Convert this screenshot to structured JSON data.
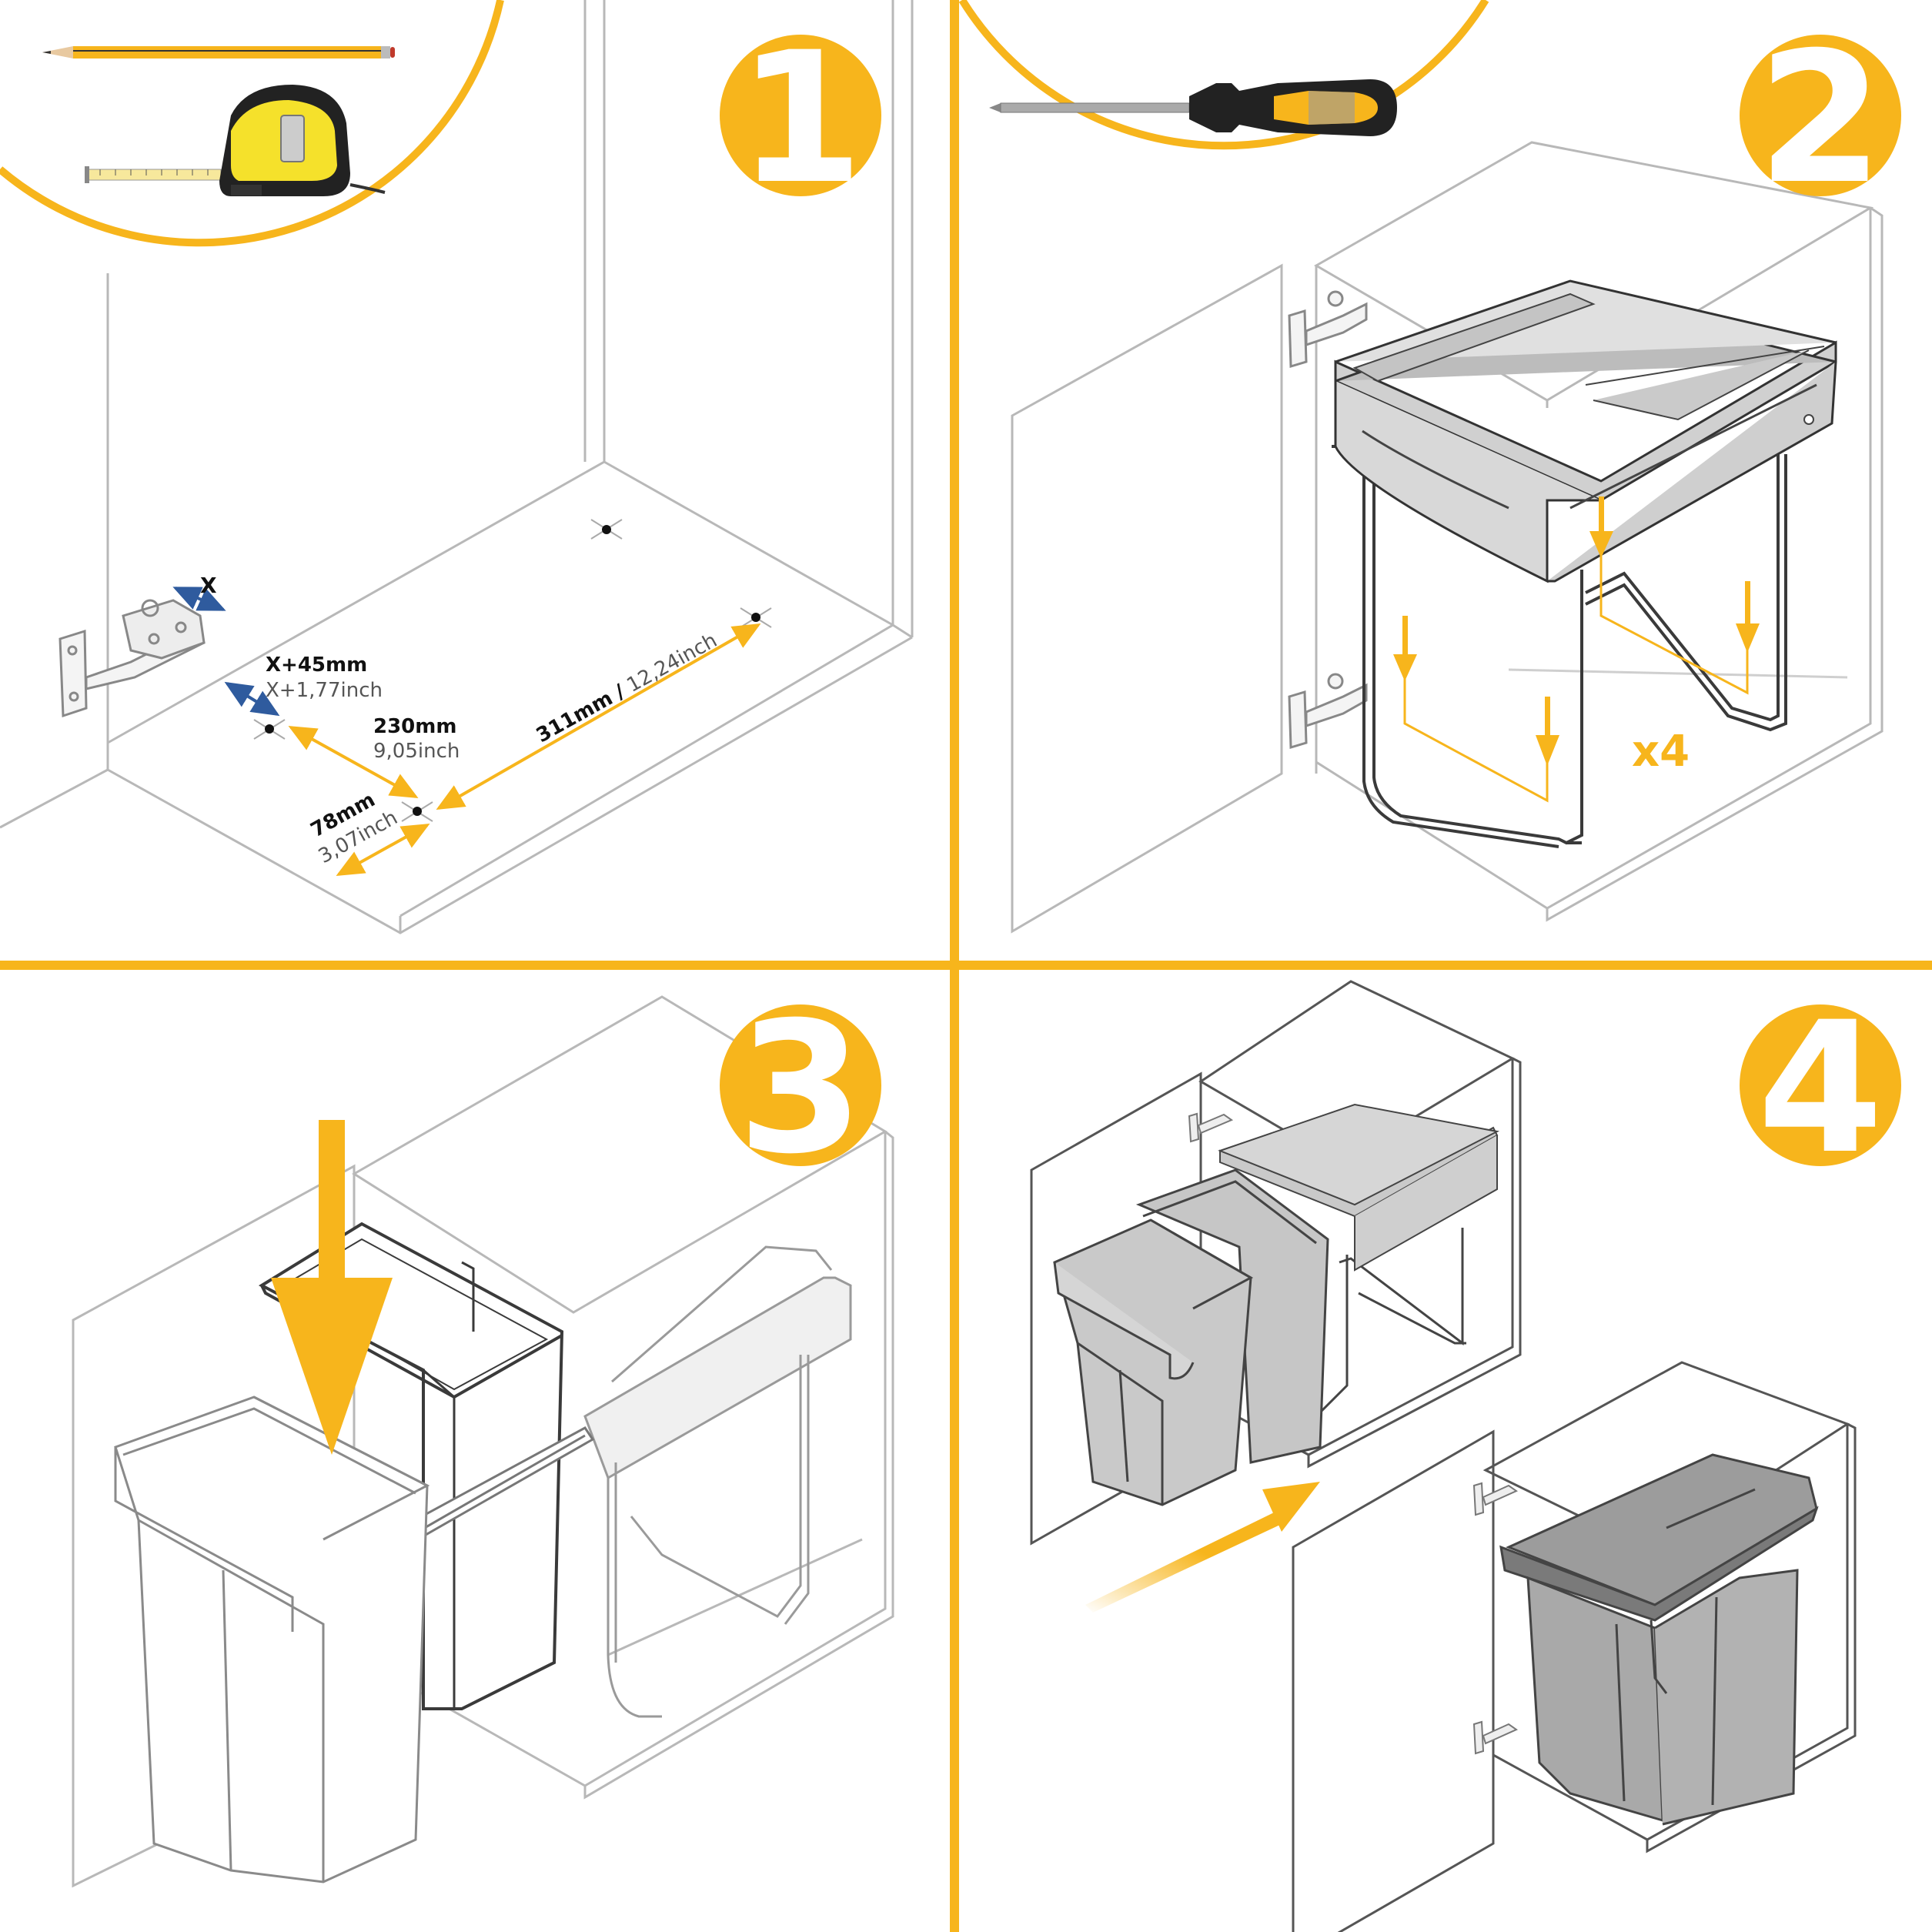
{
  "colors": {
    "accent": "#F7B51C",
    "line": "#4a4a4a",
    "light_line": "#b8b8b8",
    "blue": "#2f5b9e",
    "bin_gray": "#c9c9c9",
    "frame_dark": "#5a5a5a"
  },
  "steps": [
    {
      "number": "1",
      "tools": [
        "pencil-icon",
        "tape-measure-icon"
      ],
      "dimensions": {
        "offset_x": "X",
        "hinge_offset_mm": "X+45mm",
        "hinge_offset_in": "X+1,77inch",
        "depth_mm": "230mm",
        "depth_in": "9,05inch",
        "width_mm": "311mm",
        "width_sep": "/",
        "width_in": "12,24inch",
        "front_mm": "78mm",
        "front_in": "3,07inch"
      }
    },
    {
      "number": "2",
      "tools": [
        "screwdriver-icon"
      ],
      "screw_count": "x4"
    },
    {
      "number": "3"
    },
    {
      "number": "4"
    }
  ]
}
